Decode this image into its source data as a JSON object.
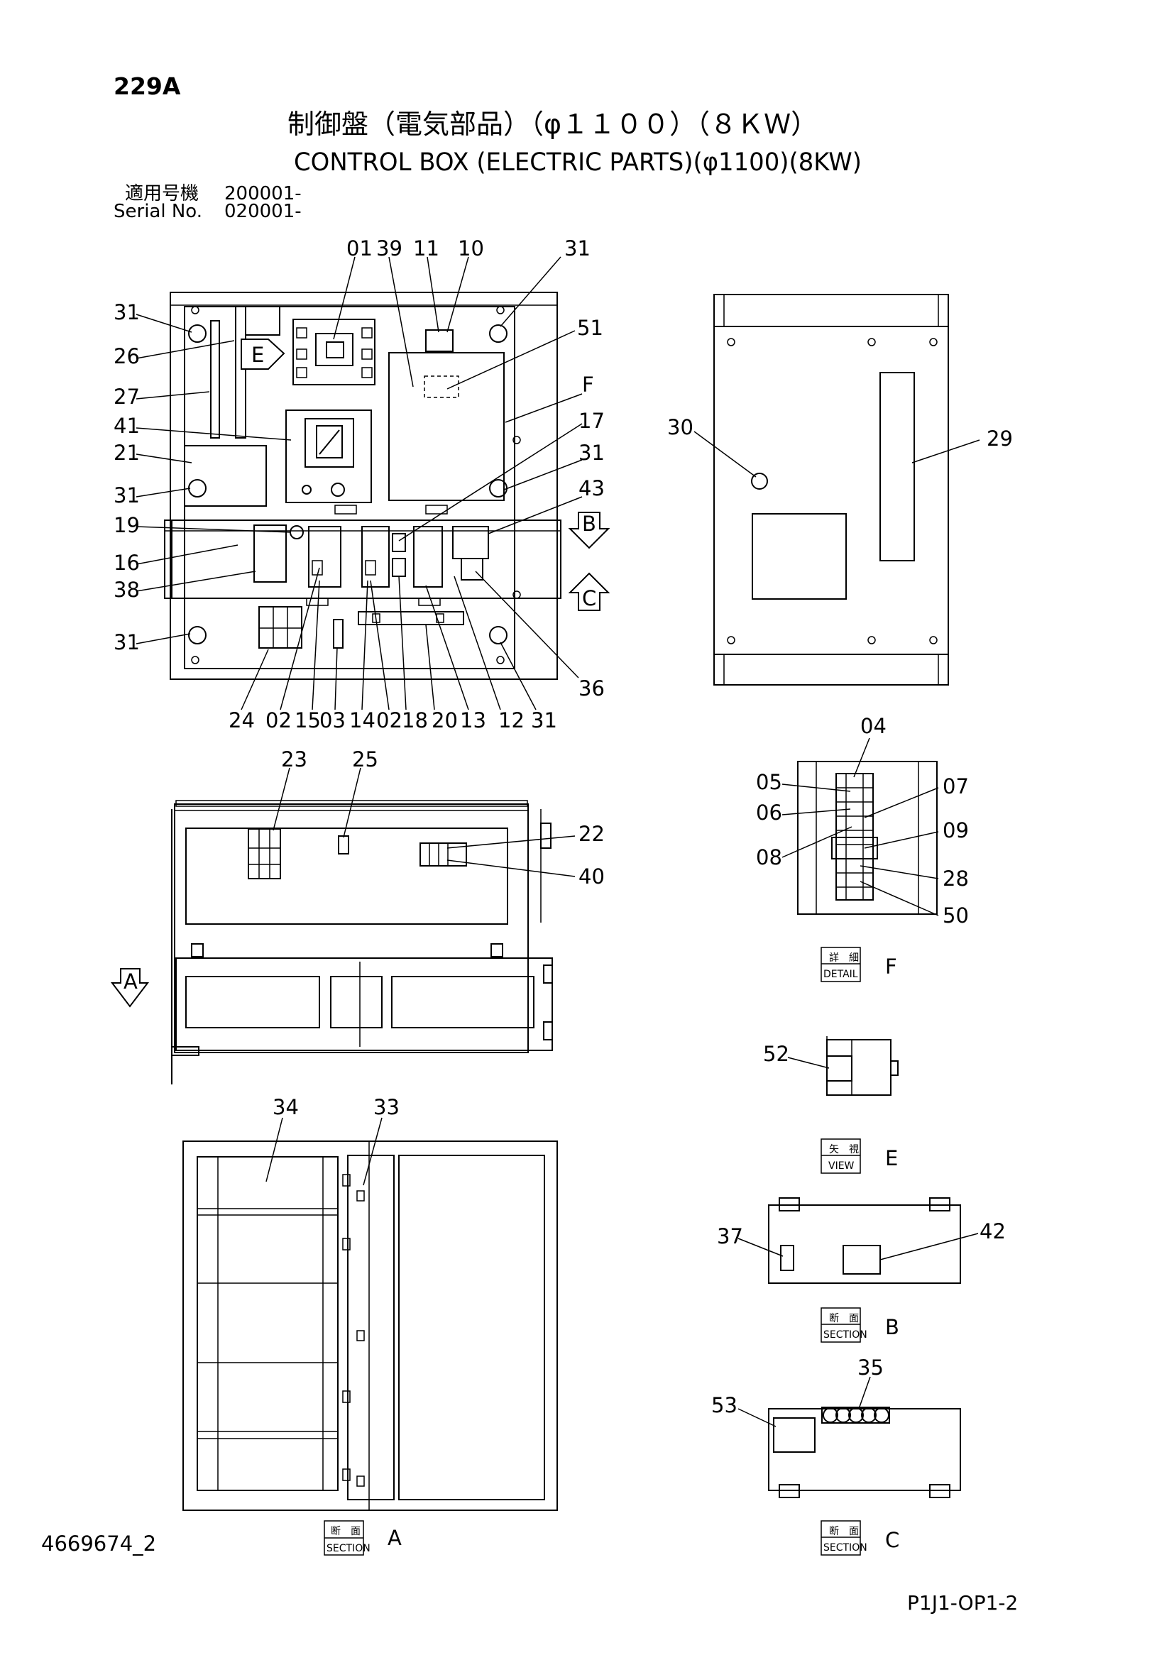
{
  "header": {
    "page_code": "229A",
    "title_jp": "制御盤（電気部品）（φ１１００）（８ＫＷ）",
    "title_en": "CONTROL BOX (ELECTRIC PARTS)(φ1100)(8KW)",
    "applicable_label_jp": "適用号機",
    "applicable_value_jp": "200001-",
    "serial_label": "Serial No.",
    "serial_value": "020001-"
  },
  "footer": {
    "drawing_id": "4669674_2",
    "sheet_code": "P1J1-OP1-2"
  },
  "callouts": {
    "main_top": [
      "01",
      "39",
      "11",
      "10",
      "31"
    ],
    "main_left": [
      "31",
      "26",
      "27",
      "41",
      "21",
      "31",
      "19",
      "16",
      "38",
      "31"
    ],
    "main_right": [
      "51",
      "F",
      "17",
      "31",
      "43",
      "36"
    ],
    "main_bottom": [
      "24",
      "02",
      "15",
      "03",
      "14",
      "02",
      "18",
      "20",
      "13",
      "12",
      "31"
    ],
    "rear": [
      "30",
      "29"
    ],
    "side": [
      "23",
      "25",
      "22",
      "40"
    ],
    "section_a": [
      "34",
      "33"
    ],
    "detail_f": [
      "04",
      "05",
      "06",
      "07",
      "08",
      "09",
      "28",
      "50"
    ],
    "view_e": [
      "52"
    ],
    "section_b": [
      "37",
      "42"
    ],
    "section_c": [
      "53",
      "35"
    ],
    "arrow_markers": [
      "E",
      "B",
      "C",
      "A"
    ]
  },
  "view_labels": {
    "section_a": {
      "jp": "断　面",
      "en": "SECTION",
      "letter": "A"
    },
    "detail_f": {
      "jp": "詳　細",
      "en": "DETAIL",
      "letter": "F"
    },
    "view_e": {
      "jp": "矢　視",
      "en": "VIEW",
      "letter": "E"
    },
    "section_b": {
      "jp": "断　面",
      "en": "SECTION",
      "letter": "B"
    },
    "section_c": {
      "jp": "断　面",
      "en": "SECTION",
      "letter": "C"
    }
  }
}
